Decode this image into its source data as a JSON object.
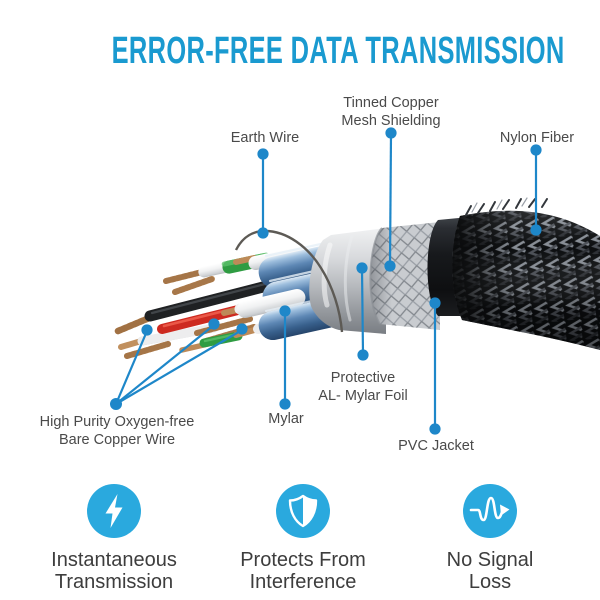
{
  "title": "ERROR-FREE DATA TRANSMISSION",
  "callouts": {
    "earth_wire": {
      "lines": [
        "Earth Wire"
      ]
    },
    "tinned_copper": {
      "lines": [
        "Tinned Copper",
        "Mesh Shielding"
      ]
    },
    "nylon_fiber": {
      "lines": [
        "Nylon Fiber"
      ]
    },
    "high_purity": {
      "lines": [
        "High Purity Oxygen-free",
        "Bare Copper Wire"
      ]
    },
    "mylar": {
      "lines": [
        "Mylar"
      ]
    },
    "al_mylar_foil": {
      "lines": [
        "Protective",
        "AL- Mylar Foil"
      ]
    },
    "pvc_jacket": {
      "lines": [
        "PVC Jacket"
      ]
    }
  },
  "features": [
    {
      "name": "instantaneous-transmission",
      "icon": "lightning-bolt-icon",
      "lines": [
        "Instantaneous",
        "Transmission"
      ]
    },
    {
      "name": "protects-from-interference",
      "icon": "shield-icon",
      "lines": [
        "Protects From",
        "Interference"
      ]
    },
    {
      "name": "no-signal-loss",
      "icon": "signal-wave-icon",
      "lines": [
        "No Signal",
        "Loss"
      ]
    }
  ],
  "colors": {
    "title_blue": "#1a9ad0",
    "leader_blue": "#1e87c9",
    "icon_blue": "#2aa9de",
    "label_text": "#4a4a4a",
    "feature_text": "#3d3d3d"
  }
}
